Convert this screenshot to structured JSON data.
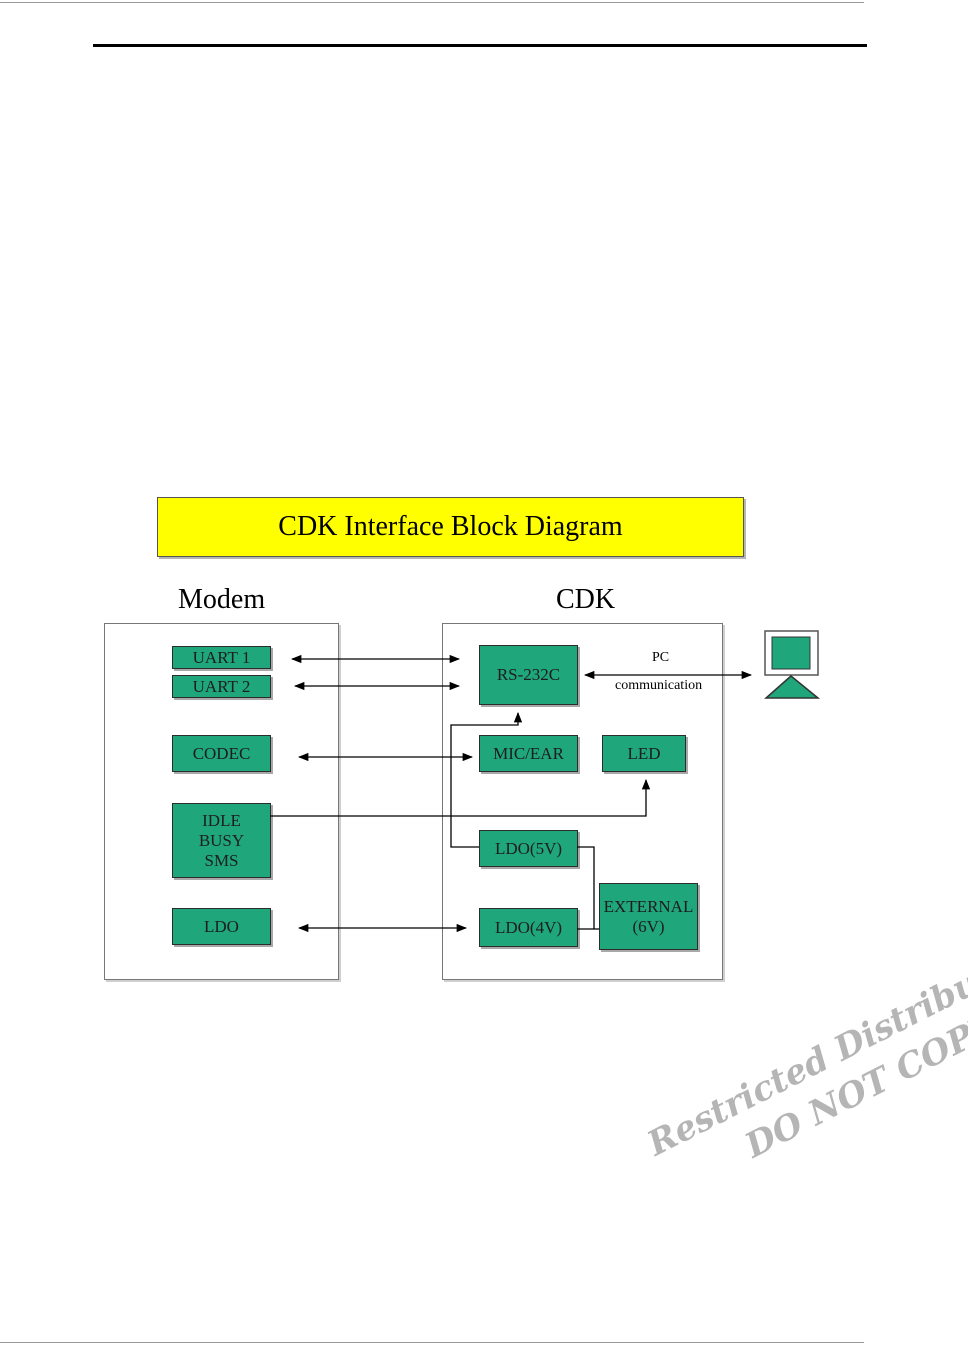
{
  "diagram": {
    "title": "CDK Interface Block Diagram",
    "modem": {
      "label": "Modem",
      "blocks": {
        "uart1": "UART 1",
        "uart2": "UART 2",
        "codec": "CODEC",
        "idle": "IDLE",
        "busy": "BUSY",
        "sms": "SMS",
        "ldo": "LDO"
      }
    },
    "cdk": {
      "label": "CDK",
      "blocks": {
        "rs232c": "RS-232C",
        "mic_ear": "MIC/EAR",
        "led": "LED",
        "ldo5v": "LDO(5V)",
        "ldo4v": "LDO(4V)",
        "external": "EXTERNAL",
        "external_v": "(6V)"
      }
    },
    "pc_link": {
      "label_line1": "PC",
      "label_line2": "communication"
    },
    "colors": {
      "block_fill": "#1fa67b",
      "title_fill": "#ffff00",
      "monitor_screen": "#1fa67b"
    },
    "icons": [
      "monitor-icon"
    ]
  },
  "watermark": {
    "line1": "Restricted Distribution",
    "line2": "DO NOT COPY"
  }
}
